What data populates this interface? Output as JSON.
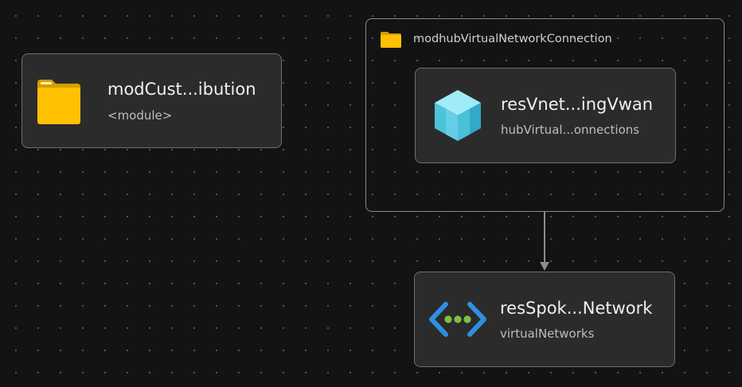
{
  "colors": {
    "canvas_bg": "#131313",
    "node_bg": "#2b2b2b",
    "node_border": "#6e6e6e",
    "edge": "#8c8c8c",
    "folder": "#ffc000",
    "cube": "#5fd4e8",
    "vnet_blue": "#2f8fe0",
    "vnet_green": "#7cc242"
  },
  "module_node": {
    "title": "modCust...ibution",
    "subtitle": "<module>",
    "icon": "folder-icon"
  },
  "group": {
    "label": "modhubVirtualNetworkConnection",
    "icon": "folder-icon"
  },
  "connection_node": {
    "title": "resVnet...ingVwan",
    "subtitle": "hubVirtual...onnections",
    "icon": "cube-icon"
  },
  "spoke_node": {
    "title": "resSpok...Network",
    "subtitle": "virtualNetworks",
    "icon": "virtual-network-icon"
  },
  "edges": [
    {
      "from": "group",
      "to": "spoke_node"
    }
  ]
}
